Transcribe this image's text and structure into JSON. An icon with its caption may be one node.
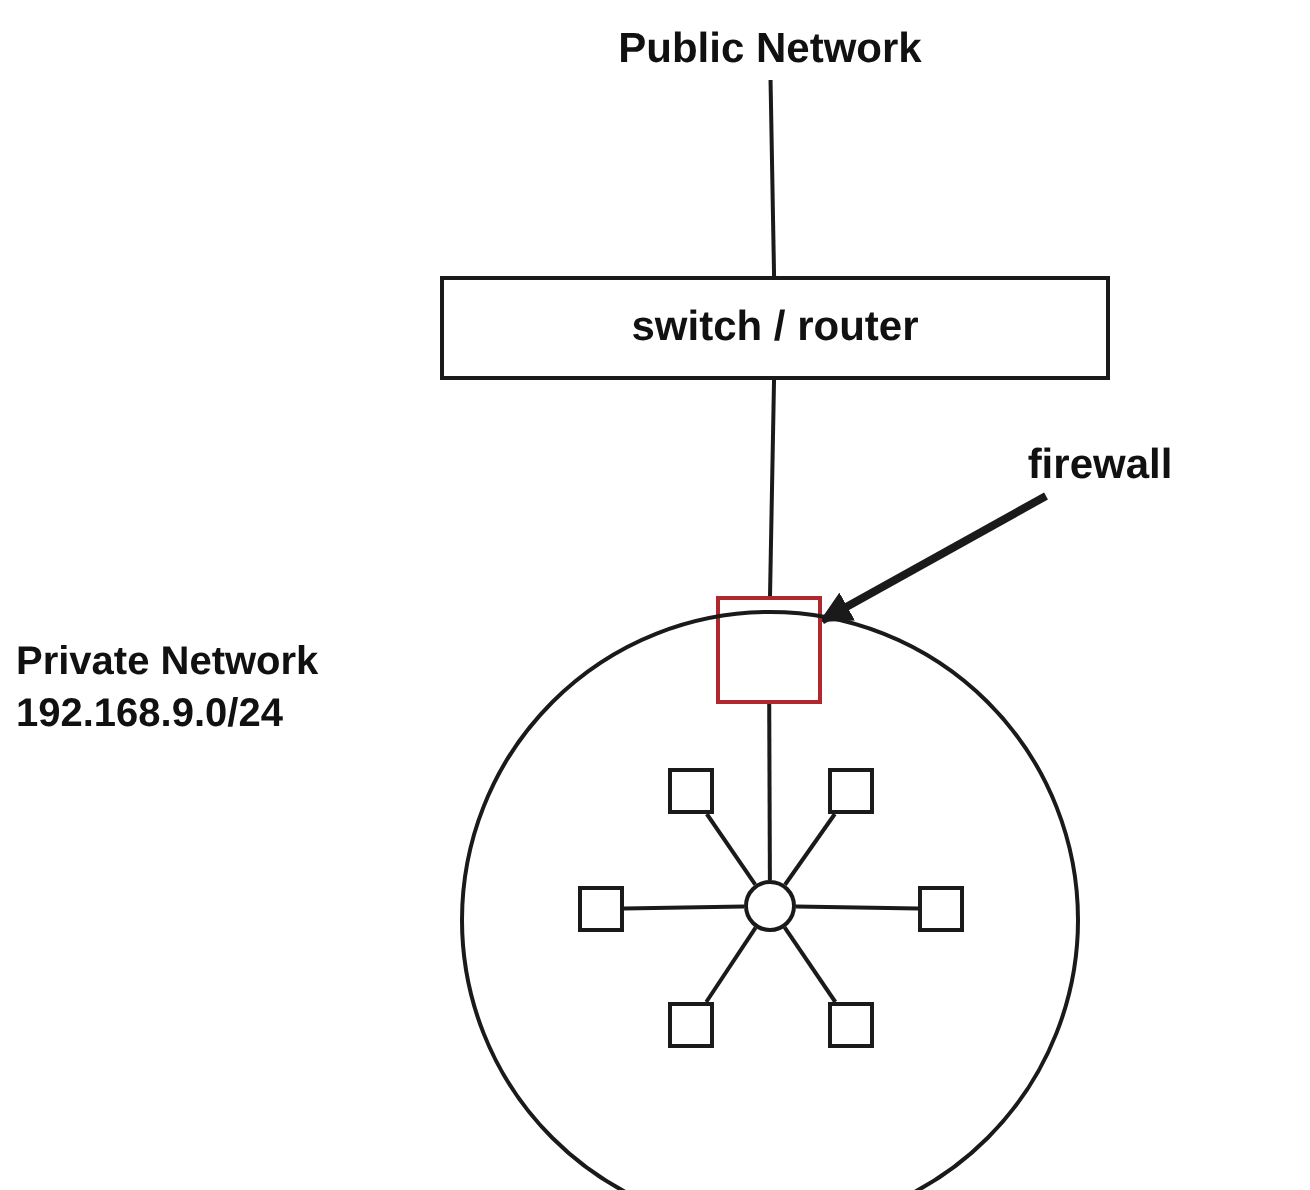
{
  "diagram": {
    "nodes": [
      {
        "text": [
          "Public Network"
        ]
      },
      {
        "text": [
          "switch / router"
        ]
      },
      {
        "text": [],
        "shape": "box"
      },
      {
        "text": [
          "firewall"
        ]
      },
      {
        "text": [],
        "shape": "circle",
        "beside": [
          "Private Network",
          "192.168.9.0/24"
        ]
      },
      {
        "text": [],
        "shape": "circle",
        "in": 4
      },
      {
        "text": [],
        "shape": "box",
        "in": 4
      },
      {
        "text": [],
        "shape": "box",
        "in": 4
      },
      {
        "text": [],
        "shape": "box",
        "in": 4
      },
      {
        "text": [],
        "shape": "box",
        "in": 4
      },
      {
        "text": [],
        "shape": "box",
        "in": 4
      },
      {
        "text": [],
        "shape": "box",
        "in": 4
      }
    ],
    "edges": [
      {
        "from": 0,
        "to": 1,
        "arrow": "none"
      },
      {
        "from": 1,
        "to": 2,
        "arrow": "none"
      },
      {
        "from": 3,
        "to": 2,
        "arrow": "to",
        "style": "thick"
      },
      {
        "from": 2,
        "to": 5,
        "arrow": "none"
      },
      {
        "from": 5,
        "to": 6,
        "arrow": "none"
      },
      {
        "from": 5,
        "to": 7,
        "arrow": "none"
      },
      {
        "from": 5,
        "to": 8,
        "arrow": "none"
      },
      {
        "from": 5,
        "to": 9,
        "arrow": "none"
      },
      {
        "from": 5,
        "to": 10,
        "arrow": "none"
      },
      {
        "from": 5,
        "to": 11,
        "arrow": "none"
      }
    ]
  }
}
